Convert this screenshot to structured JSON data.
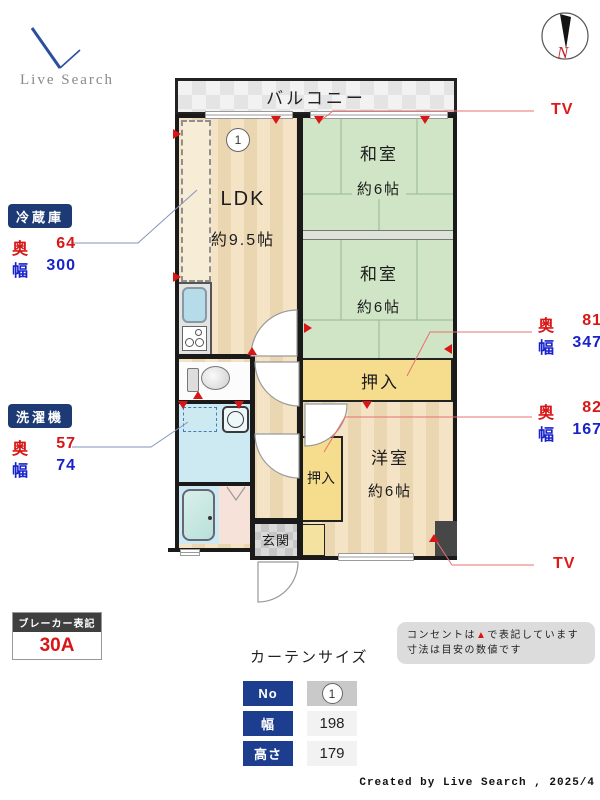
{
  "logo": {
    "text": "Live Search"
  },
  "compass": {
    "label": "N",
    "icon": "compass-north-icon"
  },
  "plan": {
    "balcony_label": "バルコニー",
    "marker_no": "1",
    "ldk": {
      "name": "LDK",
      "size": "約9.5帖"
    },
    "washitsu1": {
      "name": "和室",
      "size": "約6帖"
    },
    "washitsu2": {
      "name": "和室",
      "size": "約6帖"
    },
    "yoshitsu": {
      "name": "洋室",
      "size": "約6帖"
    },
    "oshiire_top": {
      "name": "押入"
    },
    "oshiire_side": {
      "name": "押入"
    },
    "genkan": {
      "name": "玄関"
    },
    "icons": {
      "outlet": "red-triangle-outlet",
      "toilet": "toilet-icon",
      "washer": "washing-machine-icon",
      "bathtub": "bathtub-icon",
      "stove": "stove-icon",
      "sink": "kitchen-sink-icon",
      "tv_board": "tv-board"
    }
  },
  "annotations": {
    "fridge": {
      "title": "冷蔵庫",
      "depth_label": "奥",
      "depth_value": "64",
      "width_label": "幅",
      "width_value": "300"
    },
    "washer": {
      "title": "洗濯機",
      "depth_label": "奥",
      "depth_value": "57",
      "width_label": "幅",
      "width_value": "74"
    },
    "dim_tatami": {
      "depth_label": "奥",
      "depth_value": "81",
      "width_label": "幅",
      "width_value": "347"
    },
    "dim_closet": {
      "depth_label": "奥",
      "depth_value": "82",
      "width_label": "幅",
      "width_value": "167"
    },
    "tv_top": "TV",
    "tv_bottom": "TV"
  },
  "breaker": {
    "title": "ブレーカー表記",
    "value": "30A"
  },
  "curtain": {
    "title": "カーテンサイズ",
    "rows": [
      {
        "label": "No",
        "value": "1"
      },
      {
        "label": "幅",
        "value": "198"
      },
      {
        "label": "高さ",
        "value": "179"
      }
    ]
  },
  "note": {
    "line1_pre": "コンセントは",
    "line1_marker": "▲",
    "line1_post": "で表記しています",
    "line2": "寸法は目安の数値です"
  },
  "credit": "Created by Live Search , 2025/4",
  "colors": {
    "badge_navy": "#1d3a75",
    "table_navy": "#1d3e8f",
    "red": "#d81616",
    "blue": "#1822cc",
    "tatami_green": "#cfe5c5",
    "wood_beige": "#f4e3c5",
    "closet_yellow": "#f6dd8e",
    "water_blue": "#cde9f1"
  }
}
